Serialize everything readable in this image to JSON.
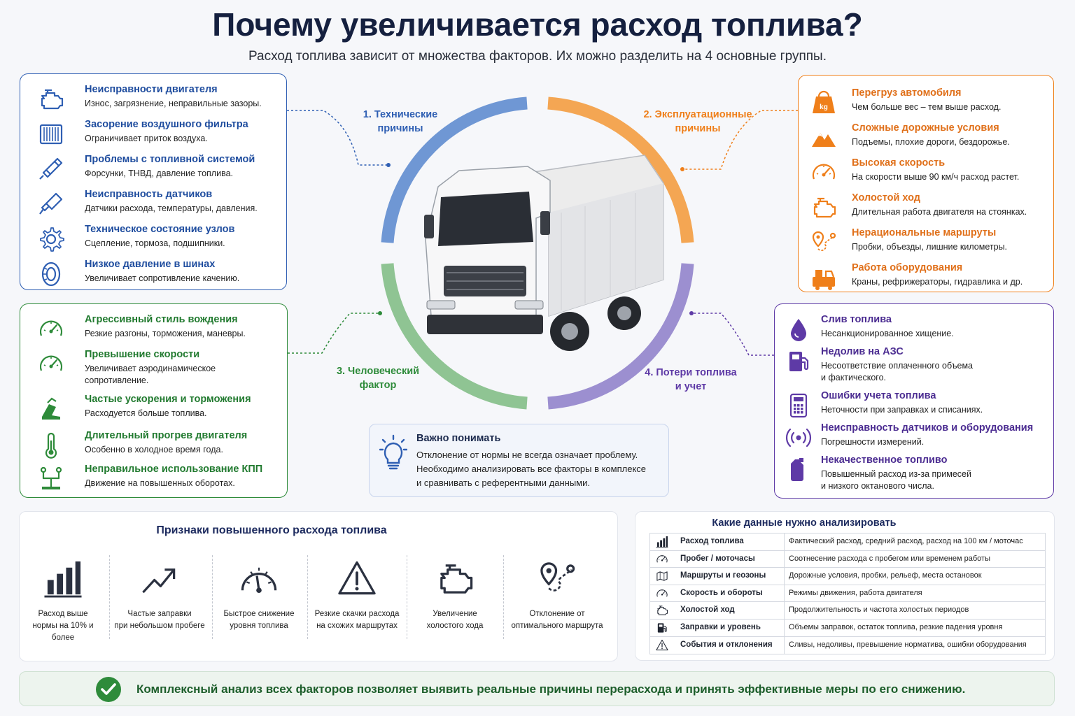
{
  "title": "Почему увеличивается расход топлива?",
  "subtitle": "Расход топлива зависит от множества факторов. Их можно разделить на 4 основные группы.",
  "colors": {
    "technical": "#2f5fb3",
    "operational": "#ef7f1a",
    "human": "#2e8b3a",
    "losses": "#5e3aa6"
  },
  "technical": {
    "label": [
      "1. Технические",
      "причины"
    ],
    "items": [
      {
        "title": "Неисправности двигателя",
        "desc": "Износ, загрязнение, неправильные зазоры.",
        "icon": "engine-icon"
      },
      {
        "title": "Засорение воздушного фильтра",
        "desc": "Ограничивает приток воздуха.",
        "icon": "air-filter-icon"
      },
      {
        "title": "Проблемы с топливной системой",
        "desc": "Форсунки, ТНВД, давление топлива.",
        "icon": "injector-icon"
      },
      {
        "title": "Неисправность датчиков",
        "desc": "Датчики расхода, температуры, давления.",
        "icon": "sensor-icon"
      },
      {
        "title": "Техническое состояние узлов",
        "desc": "Сцепление, тормоза, подшипники.",
        "icon": "gear-icon"
      },
      {
        "title": "Низкое давление в шинах",
        "desc": "Увеличивает сопротивление качению.",
        "icon": "tire-icon"
      }
    ]
  },
  "operational": {
    "label": [
      "2. Эксплуатационные",
      "причины"
    ],
    "items": [
      {
        "title": "Перегруз автомобиля",
        "desc": "Чем больше вес – тем выше расход.",
        "icon": "weight-icon"
      },
      {
        "title": "Сложные дорожные условия",
        "desc": "Подъемы, плохие дороги, бездорожье.",
        "icon": "mountains-icon"
      },
      {
        "title": "Высокая скорость",
        "desc": "На скорости выше 90 км/ч расход растет.",
        "icon": "speedometer-icon"
      },
      {
        "title": "Холостой ход",
        "desc": "Длительная работа двигателя на стоянках.",
        "icon": "engine-icon"
      },
      {
        "title": "Нерациональные маршруты",
        "desc": "Пробки, объезды, лишние километры.",
        "icon": "route-icon"
      },
      {
        "title": "Работа оборудования",
        "desc": "Краны, рефрижераторы, гидравлика и др.",
        "icon": "equipment-icon"
      }
    ]
  },
  "human": {
    "label": [
      "3. Человеческий",
      "фактор"
    ],
    "items": [
      {
        "title": "Агрессивный стиль вождения",
        "desc": "Резкие разгоны, торможения, маневры.",
        "icon": "speedometer-icon"
      },
      {
        "title": "Превышение скорости",
        "desc": "Увеличивает аэродинамическое\nсопротивление.",
        "icon": "speedometer-icon"
      },
      {
        "title": "Частые ускорения и торможения",
        "desc": "Расходуется больше топлива.",
        "icon": "pedal-icon"
      },
      {
        "title": "Длительный прогрев двигателя",
        "desc": "Особенно в холодное время года.",
        "icon": "thermometer-icon"
      },
      {
        "title": "Неправильное использование КПП",
        "desc": "Движение на повышенных оборотах.",
        "icon": "gearbox-icon"
      }
    ]
  },
  "losses": {
    "label": [
      "4. Потери топлива",
      "и учет"
    ],
    "items": [
      {
        "title": "Слив топлива",
        "desc": "Несанкционированное хищение.",
        "icon": "drop-icon"
      },
      {
        "title": "Недолив на АЗС",
        "desc": "Несоответствие оплаченного объема\nи фактического.",
        "icon": "fuel-pump-icon"
      },
      {
        "title": "Ошибки учета топлива",
        "desc": "Неточности при заправках и списаниях.",
        "icon": "calculator-icon"
      },
      {
        "title": "Неисправность датчиков и оборудования",
        "desc": "Погрешности измерений.",
        "icon": "signal-icon"
      },
      {
        "title": "Некачественное топливо",
        "desc": "Повышенный расход из-за примесей\nи низкого октанового числа.",
        "icon": "canister-icon"
      }
    ]
  },
  "important": {
    "title": "Важно понимать",
    "text": "Отклонение от нормы не всегда означает проблему.\nНеобходимо анализировать все факторы в комплексе\nи сравнивать с референтными данными."
  },
  "signs": {
    "title": "Признаки повышенного расхода топлива",
    "items": [
      {
        "label": "Расход выше\nнормы на 10% и более",
        "icon": "bar-chart-icon"
      },
      {
        "label": "Частые заправки\nпри небольшом пробеге",
        "icon": "trend-up-icon"
      },
      {
        "label": "Быстрое снижение\nуровня топлива",
        "icon": "gauge-icon"
      },
      {
        "label": "Резкие скачки расхода\nна схожих маршрутах",
        "icon": "warning-icon"
      },
      {
        "label": "Увеличение\nхолостого хода",
        "icon": "engine-icon"
      },
      {
        "label": "Отклонение от\nоптимального маршрута",
        "icon": "route-icon"
      }
    ]
  },
  "data_table": {
    "title": "Какие данные нужно анализировать",
    "rows": [
      {
        "key": "Расход топлива",
        "value": "Фактический расход, средний расход, расход на 100 км / моточас",
        "icon": "bar-chart-icon"
      },
      {
        "key": "Пробег / моточасы",
        "value": "Соотнесение расхода с пробегом или временем работы",
        "icon": "speedometer-icon"
      },
      {
        "key": "Маршруты и геозоны",
        "value": "Дорожные условия, пробки, рельеф, места остановок",
        "icon": "map-icon"
      },
      {
        "key": "Скорость и обороты",
        "value": "Режимы движения, работа двигателя",
        "icon": "speedometer-icon"
      },
      {
        "key": "Холостой ход",
        "value": "Продолжительность и частота холостых периодов",
        "icon": "engine-icon"
      },
      {
        "key": "Заправки и уровень",
        "value": "Объемы заправок, остаток топлива, резкие падения уровня",
        "icon": "fuel-pump-icon"
      },
      {
        "key": "События и отклонения",
        "value": "Сливы, недоливы, превышение норматива, ошибки оборудования",
        "icon": "warning-icon"
      }
    ]
  },
  "footer": "Комплексный анализ всех факторов позволяет выявить реальные причины перерасхода и принять эффективные меры по его снижению."
}
